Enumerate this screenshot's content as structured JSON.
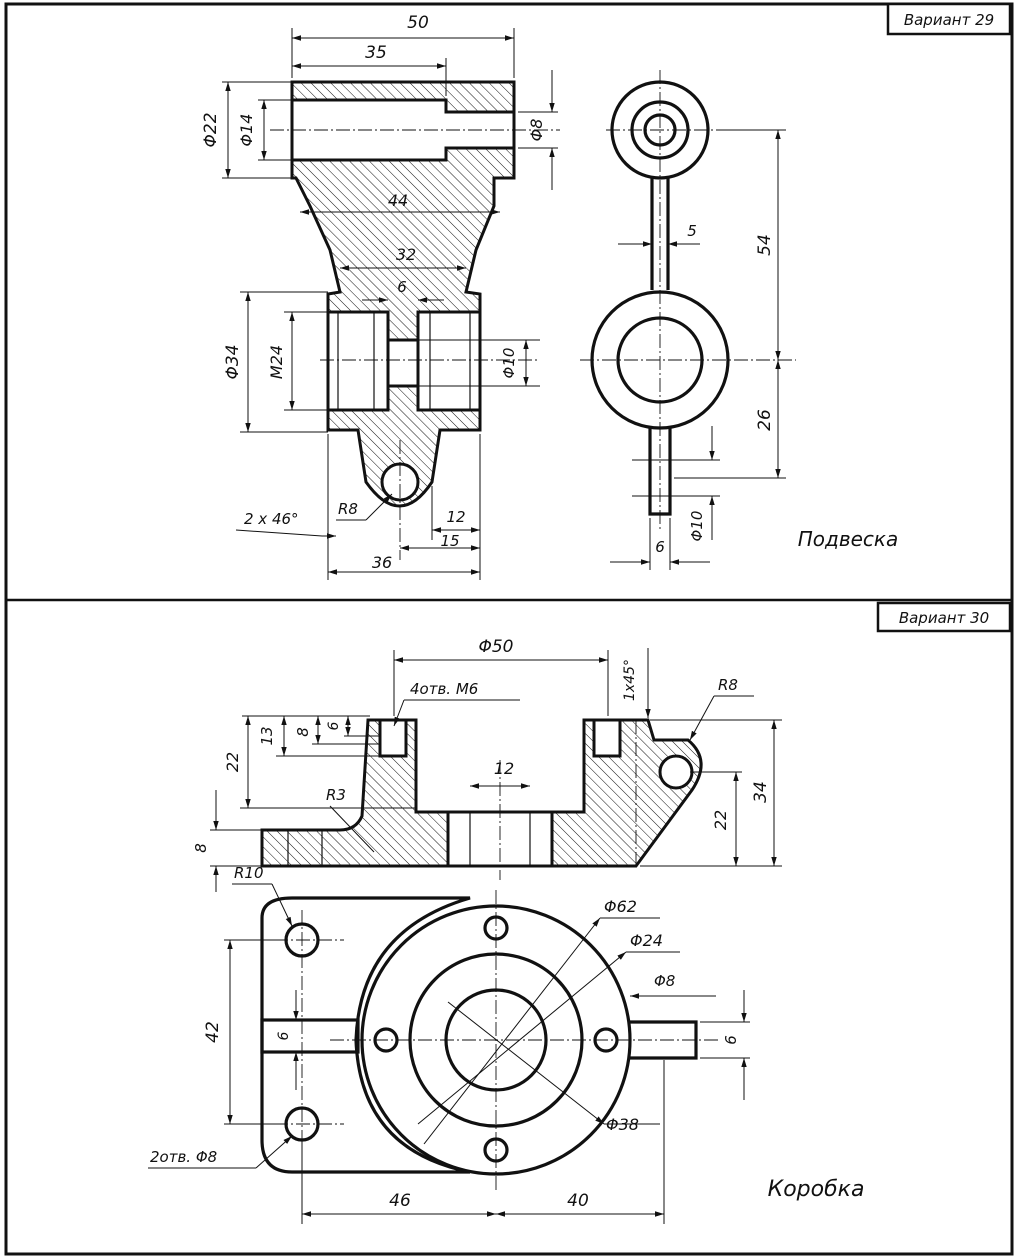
{
  "variant29": {
    "label": "Вариант 29",
    "title": "Подвеска",
    "dims": {
      "d50": "50",
      "d35": "35",
      "d22": "Φ22",
      "d14": "Φ14",
      "d8": "Φ8",
      "d44": "44",
      "d32": "32",
      "d6a": "6",
      "d34": "Φ34",
      "m24": "M24",
      "d10": "Φ10",
      "chamfer": "2 x 46°",
      "r8": "R8",
      "d12": "12",
      "d15": "15",
      "d36": "36",
      "d5": "5",
      "d54": "54",
      "d26": "26",
      "d10b": "Φ10",
      "d6b": "6"
    }
  },
  "variant30": {
    "label": "Вариант 30",
    "title": "Коробка",
    "dims": {
      "d50": "Φ50",
      "holes": "4отв. M6",
      "chamfer": "1x45°",
      "r8": "R8",
      "d13": "13",
      "d8": "8",
      "d6": "6",
      "d22": "22",
      "d12": "12",
      "r3": "R3",
      "d8b": "8",
      "d22b": "22",
      "d34": "34",
      "r10": "R10",
      "d62": "Φ62",
      "d24": "Φ24",
      "d8c": "Φ8",
      "d42": "42",
      "d6b": "6",
      "d6c": "6",
      "d38": "Φ38",
      "holes2": "2отв. Φ8",
      "d46": "46",
      "d40": "40"
    }
  }
}
